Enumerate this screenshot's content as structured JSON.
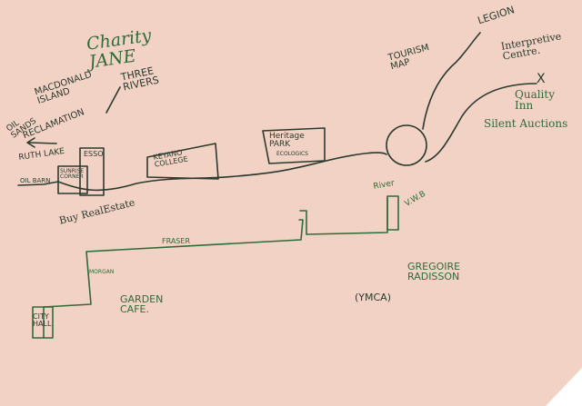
{
  "sketch": {
    "labels": {
      "charity_jane": "Charity JANE",
      "macdonald_island": "MACDONALD ISLAND",
      "three_rivers": "THREE RIVERS",
      "reclamation": "RECLAMATION",
      "oil_sands": "OIL SANDS",
      "ruth_lake": "RUTH LAKE",
      "oil_barn": "OIL BARN",
      "ghost_corner": "SUNRISE CORNER",
      "esso": "ESSO",
      "buy_real_estate": "Buy RealEstate",
      "keyano_college": "KEYANO COLLEGE",
      "heritage_park": "Heritage PARK",
      "heritage_sub": "ECOLOGICS",
      "tourism_map": "TOURISM MAP",
      "legion": "LEGION",
      "interpretive_centre": "Interpretive Centre.",
      "x_mark": "X",
      "quality_inn": "Quality Inn",
      "silent_auctions": "Silent Auctions",
      "river": "River",
      "vwb": "V.W.B",
      "fraser": "FRASER",
      "morgan": "MORGAN",
      "garden_cafe": "GARDEN CAFE.",
      "gregoire_radisson": "GREGOIRE RADISSON",
      "ymca": "(YMCA)",
      "city_hall": "CITY HALL"
    },
    "colors": {
      "paper": "#f2d2c4",
      "ink_dark": "#2a3a2e",
      "ink_green": "#2f6b3a"
    }
  }
}
